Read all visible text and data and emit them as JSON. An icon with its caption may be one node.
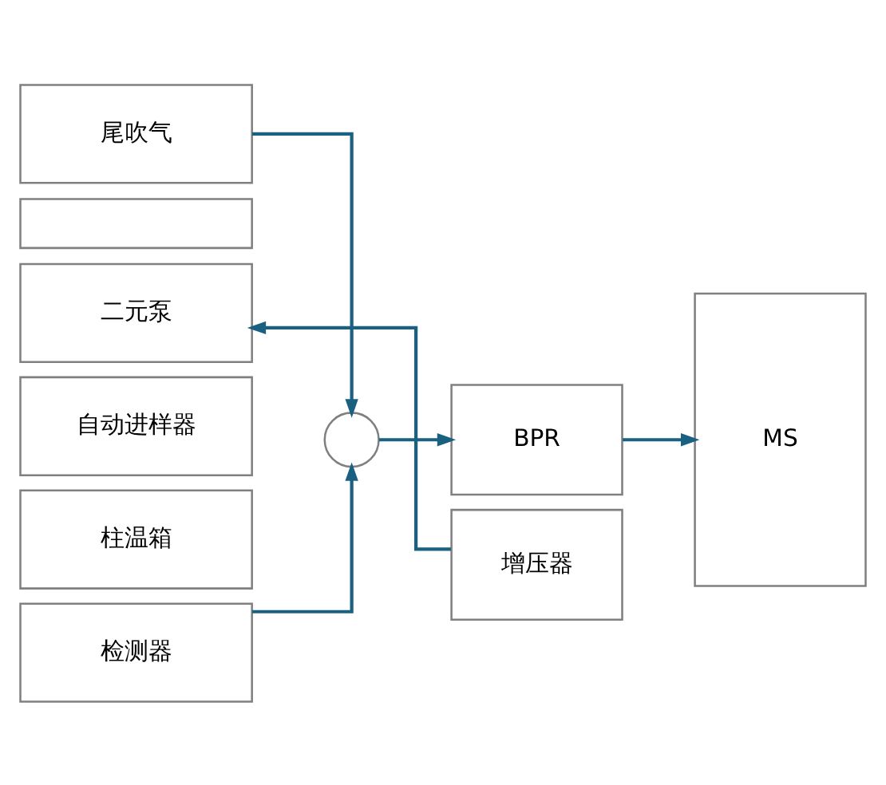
{
  "diagram": {
    "nodes": [
      {
        "text": [
          "尾吹气"
        ]
      },
      {
        "text": [],
        "shape": "box"
      },
      {
        "text": [
          "二元泵"
        ]
      },
      {
        "text": [
          "自动进样器"
        ]
      },
      {
        "text": [
          "柱温箱"
        ]
      },
      {
        "text": [
          "检测器"
        ]
      },
      {
        "text": [],
        "shape": "circle"
      },
      {
        "text": [
          "BPR"
        ]
      },
      {
        "text": [
          "增压器"
        ]
      },
      {
        "text": [
          "MS"
        ]
      }
    ],
    "edges": [
      {
        "from": 0,
        "to": 6,
        "arrow": "to"
      },
      {
        "from": 5,
        "to": 6,
        "arrow": "to"
      },
      {
        "from": 6,
        "to": 7,
        "arrow": "to"
      },
      {
        "from": 7,
        "to": 9,
        "arrow": "to"
      },
      {
        "from": 8,
        "to": 2,
        "arrow": "to"
      }
    ]
  }
}
